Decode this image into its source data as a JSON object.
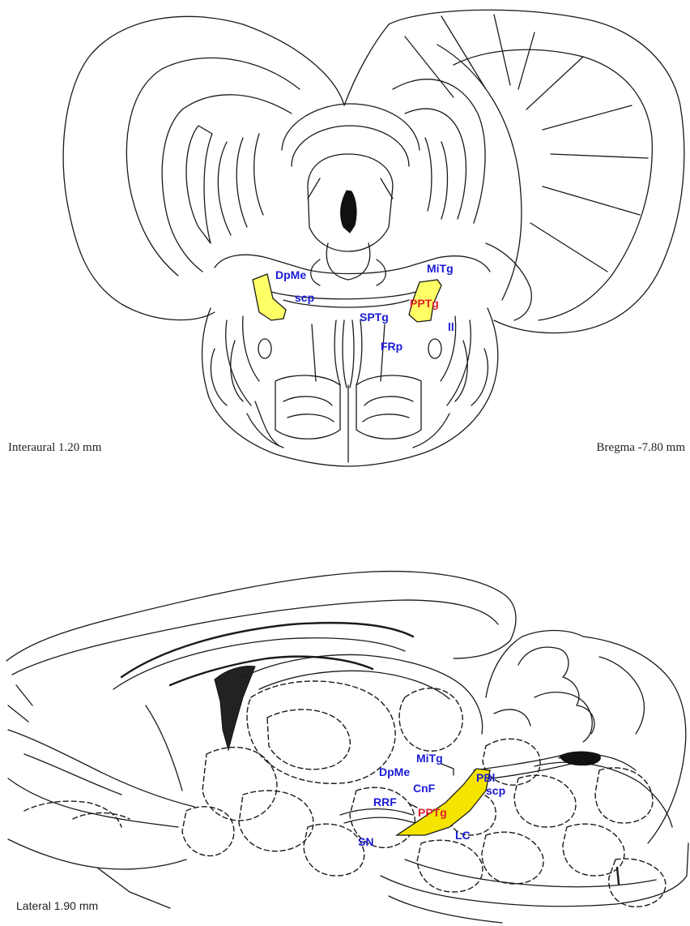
{
  "colors": {
    "structure_label": "#1a1ad6",
    "target_label": "#e0202a",
    "highlight_fill": "#ffff66",
    "sagittal_highlight_fill": "#f5e400"
  },
  "coronal": {
    "captions": {
      "interaural": "Interaural 1.20 mm",
      "bregma": "Bregma -7.80 mm"
    },
    "labels": {
      "DpMe": "DpMe",
      "scp": "scp",
      "MiTg": "MiTg",
      "PPTg": "PPTg",
      "SPTg": "SPTg",
      "ll": "ll",
      "FRp": "FRp"
    }
  },
  "sagittal": {
    "caption": "Lateral 1.90 mm",
    "labels": {
      "MiTg": "MiTg",
      "DpMe": "DpMe",
      "PBl": "PBl",
      "CnF": "CnF",
      "scp": "scp",
      "RRF": "RRF",
      "PPTg": "PPTg",
      "SN": "SN",
      "LC": "LC"
    }
  }
}
